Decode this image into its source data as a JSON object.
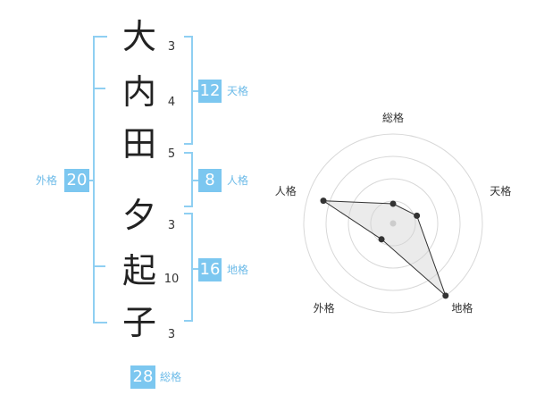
{
  "name": {
    "chars": [
      {
        "char": "大",
        "strokes": "3"
      },
      {
        "char": "内",
        "strokes": "4"
      },
      {
        "char": "田",
        "strokes": "5"
      },
      {
        "char": "夕",
        "strokes": "3"
      },
      {
        "char": "起",
        "strokes": "10"
      },
      {
        "char": "子",
        "strokes": "3"
      }
    ]
  },
  "grids": {
    "tenkaku": {
      "value": "12",
      "label": "天格"
    },
    "jinkaku": {
      "value": "8",
      "label": "人格"
    },
    "chikaku": {
      "value": "16",
      "label": "地格"
    },
    "gaikaku": {
      "value": "20",
      "label": "外格"
    },
    "soukaku": {
      "value": "28",
      "label": "総格"
    }
  },
  "colors": {
    "accent": "#7cc7f0",
    "line": "#8fcff2"
  },
  "chart_data": {
    "type": "radar",
    "axes": [
      "総格",
      "天格",
      "地格",
      "外格",
      "人格"
    ],
    "values": [
      0.22,
      0.28,
      1.0,
      0.22,
      0.82
    ],
    "max": 1.0,
    "rings": 4
  }
}
